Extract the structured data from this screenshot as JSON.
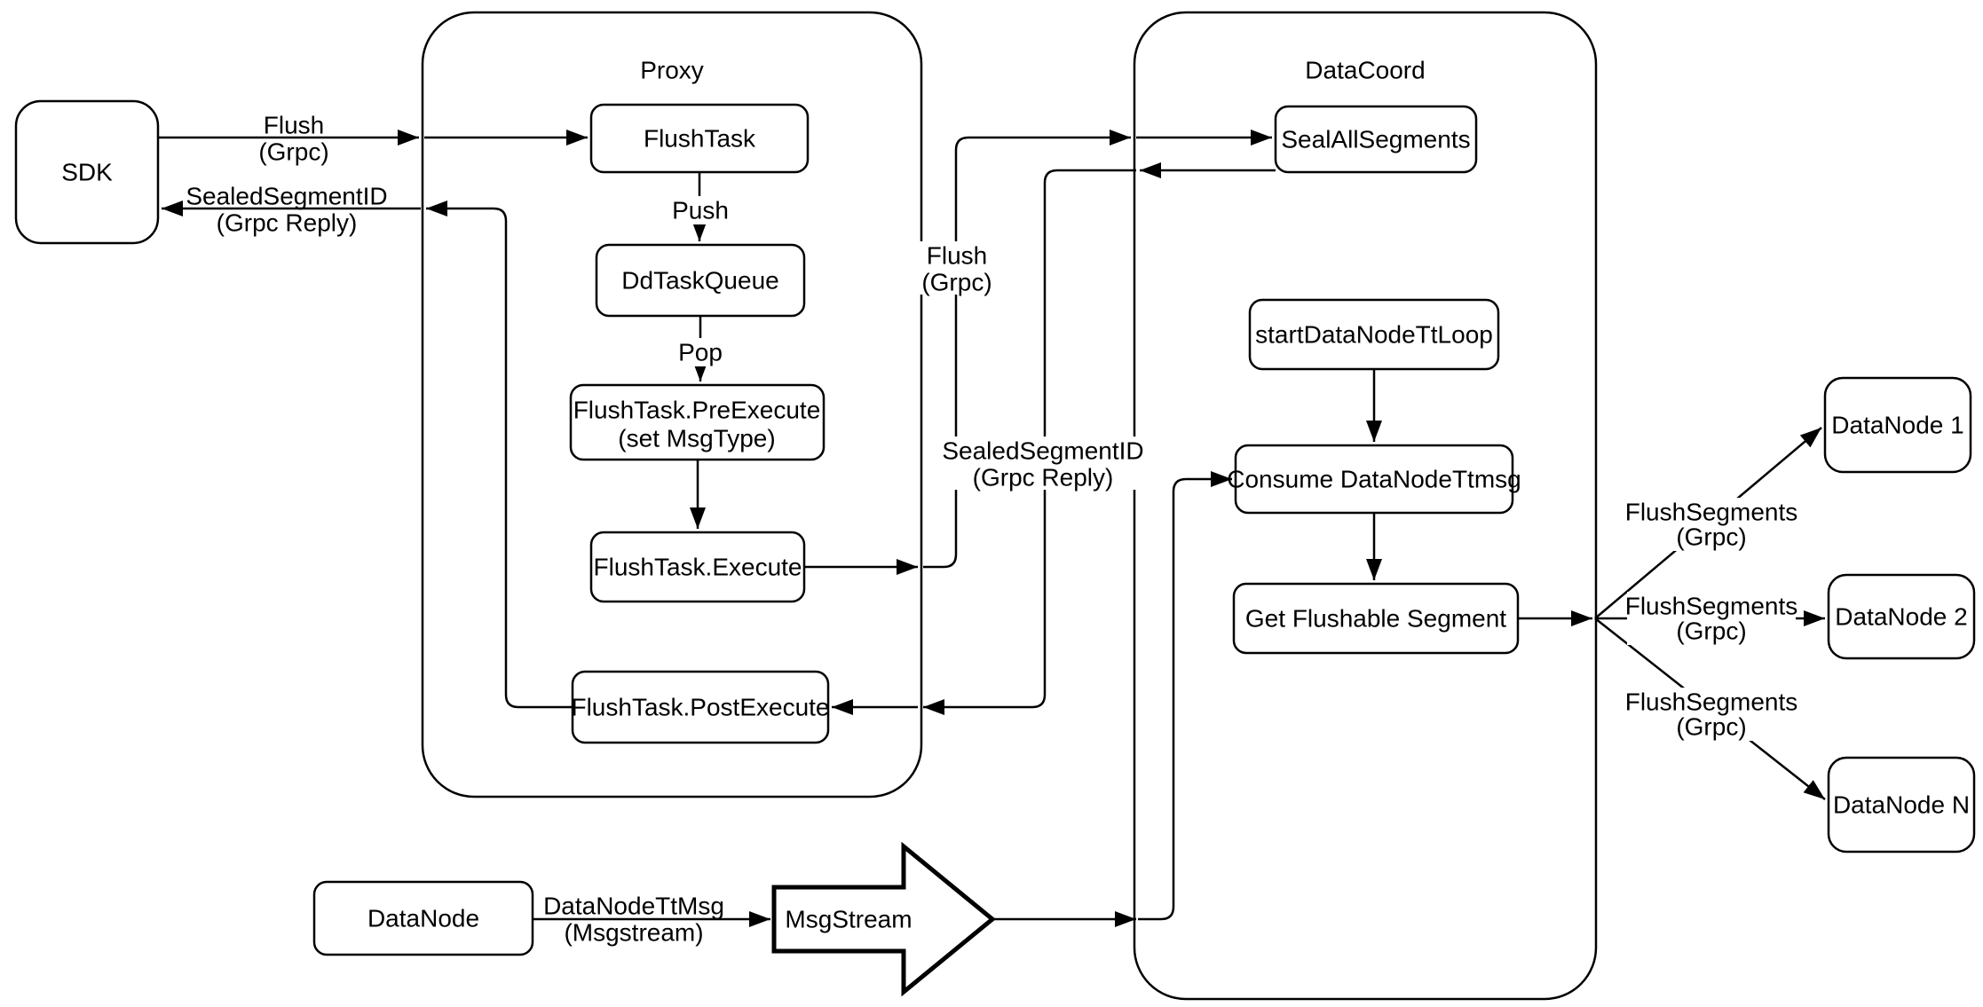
{
  "colors": {
    "stroke": "#000000",
    "background": "#ffffff"
  },
  "containers": {
    "proxy": {
      "title": "Proxy"
    },
    "datacoord": {
      "title": "DataCoord"
    }
  },
  "nodes": {
    "sdk": "SDK",
    "flush_task": "FlushTask",
    "dd_task_queue": "DdTaskQueue",
    "pre_execute_line1": "FlushTask.PreExecute",
    "pre_execute_line2": "(set MsgType)",
    "execute": "FlushTask.Execute",
    "post_execute": "FlushTask.PostExecute",
    "seal_all_segments": "SealAllSegments",
    "start_datanode_tt_loop": "startDataNodeTtLoop",
    "consume_datanode_ttmsg": "Consume DataNodeTtmsg",
    "get_flushable_segment": "Get Flushable Segment",
    "datanode_1": "DataNode 1",
    "datanode_2": "DataNode 2",
    "datanode_n": "DataNode N",
    "datanode_bottom": "DataNode",
    "msg_stream": "MsgStream"
  },
  "edge_labels": {
    "sdk_flush_line1": "Flush",
    "sdk_flush_line2": "(Grpc)",
    "sdk_reply_line1": "SealedSegmentID",
    "sdk_reply_line2": "(Grpc Reply)",
    "push": "Push",
    "pop": "Pop",
    "coord_flush_line1": "Flush",
    "coord_flush_line2": "(Grpc)",
    "coord_reply_line1": "SealedSegmentID",
    "coord_reply_line2": "(Grpc Reply)",
    "ttmsg_line1": "DataNodeTtMsg",
    "ttmsg_line2": "(Msgstream)",
    "flush_segments_1_line1": "FlushSegments",
    "flush_segments_1_line2": "(Grpc)",
    "flush_segments_2_line1": "FlushSegments",
    "flush_segments_2_line2": "(Grpc)",
    "flush_segments_3_line1": "FlushSegments",
    "flush_segments_3_line2": "(Grpc)"
  }
}
